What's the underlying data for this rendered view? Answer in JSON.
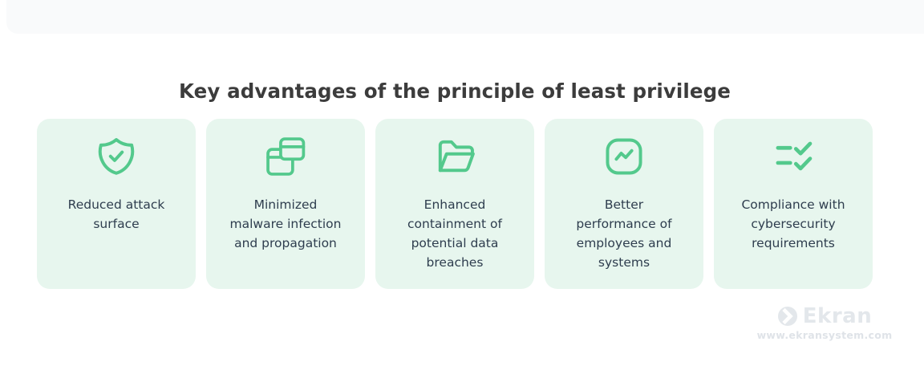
{
  "title": {
    "text": "Key advantages of the principle of least privilege"
  },
  "cards": [
    {
      "icon": "shield-check-icon",
      "label": "Reduced attack\nsurface"
    },
    {
      "icon": "windows-overlap-icon",
      "label": "Minimized\nmalware infection\nand propagation"
    },
    {
      "icon": "open-folder-icon",
      "label": "Enhanced\ncontainment of\npotential data\nbreaches"
    },
    {
      "icon": "trend-chart-icon",
      "label": "Better\nperformance of\nemployees and\nsystems"
    },
    {
      "icon": "checklist-icon",
      "label": "Compliance with\ncybersecurity\nrequirements"
    }
  ],
  "watermark": {
    "brand": "Ekran",
    "url": "www.ekransystem.com"
  },
  "colors": {
    "accent_green": "#53c98c",
    "card_background": "#e7f6ee",
    "card_text": "#2e3d4e",
    "title_text": "#3c3c3c",
    "top_band": "#f9fafb",
    "watermark_gray": "#e3e7eb"
  }
}
